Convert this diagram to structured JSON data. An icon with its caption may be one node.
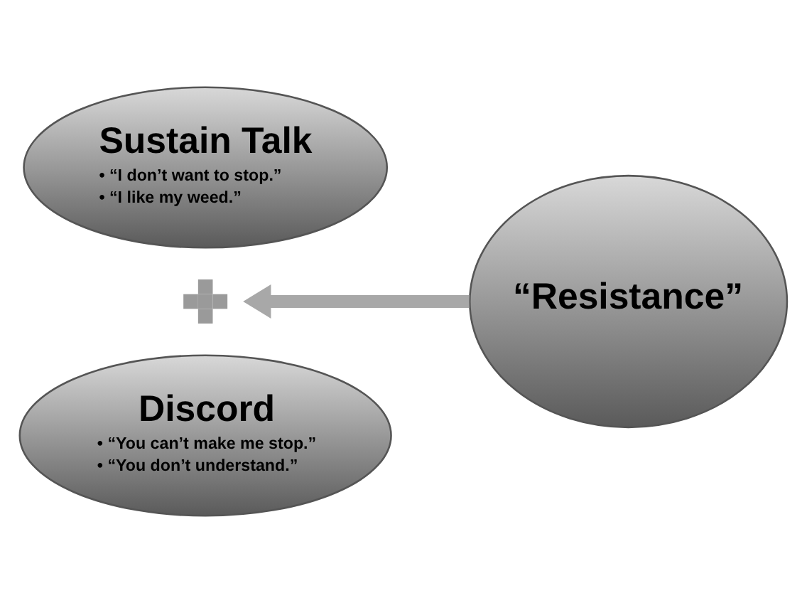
{
  "diagram": {
    "nodes": [
      {
        "text": [
          "Sustain Talk",
          "• “I don’t want to stop.”",
          "• “I like my weed.”"
        ]
      },
      {
        "text": [],
        "shape": "plus"
      },
      {
        "text": [
          "Discord",
          "• “You can’t make me stop.”",
          "• “You don’t understand.”"
        ]
      },
      {
        "text": [
          "“Resistance”"
        ]
      }
    ],
    "edges": [
      {
        "from": 3,
        "to": 1,
        "arrow": "to"
      }
    ]
  }
}
